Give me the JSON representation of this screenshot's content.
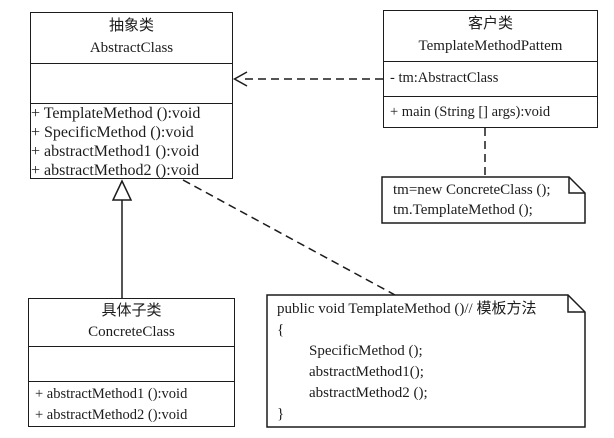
{
  "colors": {
    "line": "#1c1c1c",
    "background": "#ffffff"
  },
  "diagram": {
    "classes": [
      {
        "name_cn": "抽象类",
        "name_en": "AbstractClass",
        "attributes": [],
        "methods": [
          "+ TemplateMethod ():void",
          "+ SpecificMethod ():void",
          "+ abstractMethod1 ():void",
          "+ abstractMethod2 ():void"
        ]
      },
      {
        "name_cn": "客户类",
        "name_en": "TemplateMethodPattem",
        "attributes": [
          "- tm:AbstractClass"
        ],
        "methods": [
          "+ main (String [] args):void"
        ]
      },
      {
        "name_cn": "具体子类",
        "name_en": "ConcreteClass",
        "attributes": [],
        "methods": [
          "+ abstractMethod1 ():void",
          "+ abstractMethod2 ():void"
        ]
      }
    ],
    "notes": [
      {
        "lines": [
          "tm=new ConcreteClass ();",
          "tm.TemplateMethod ();"
        ]
      },
      {
        "lines": [
          "public void TemplateMethod ()// 模板方法",
          "{",
          "SpecificMethod ();",
          "abstractMethod1();",
          "abstractMethod2 ();",
          "}"
        ]
      }
    ],
    "relationships": [
      {
        "type": "dependency",
        "from": "TemplateMethodPattem",
        "to": "AbstractClass",
        "line": "dashed",
        "arrow": "open"
      },
      {
        "type": "generalization",
        "from": "ConcreteClass",
        "to": "AbstractClass",
        "line": "solid",
        "arrow": "hollow-triangle"
      },
      {
        "type": "note-anchor",
        "from": "TemplateMethodPattem",
        "to": "note-1",
        "line": "dashed"
      },
      {
        "type": "note-anchor",
        "from": "AbstractClass",
        "to": "note-2",
        "line": "dashed"
      }
    ]
  }
}
